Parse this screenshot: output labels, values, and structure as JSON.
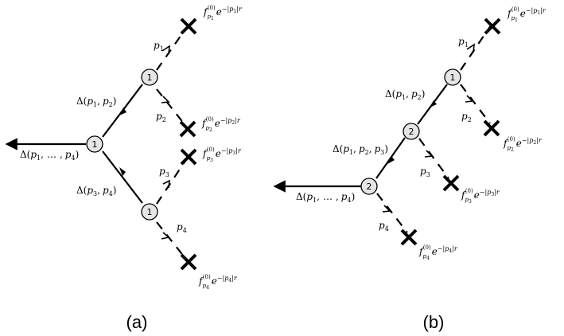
{
  "panels": [
    {
      "id": "a",
      "caption": "(a)",
      "nodes": [
        "1",
        "1",
        "1"
      ],
      "edge_labels": [
        "Δ(p1, p2)",
        "Δ(p3, p4)",
        "Δ(p1, …, p4)"
      ],
      "momenta": [
        "p1",
        "p2",
        "p3",
        "p4"
      ],
      "sources": [
        "f_p1^(0) e^{-|p1| r}",
        "f_p2^(0) e^{-|p2| r}",
        "f_p3^(0) e^{-|p3| r}",
        "f_p4^(0) e^{-|p4| r}"
      ]
    },
    {
      "id": "b",
      "caption": "(b)",
      "nodes": [
        "1",
        "2",
        "2"
      ],
      "edge_labels": [
        "Δ(p1, p2)",
        "Δ(p1, p2, p3)",
        "Δ(p1, …, p4)"
      ],
      "momenta": [
        "p1",
        "p2",
        "p3",
        "p4"
      ],
      "sources": [
        "f_p1^(0) e^{-|p1| r}",
        "f_p2^(0) e^{-|p2| r}",
        "f_p3^(0) e^{-|p3| r}",
        "f_p4^(0) e^{-|p4| r}"
      ]
    }
  ],
  "text": {
    "a_node_top": "1",
    "a_node_mid": "1",
    "a_node_bot": "1",
    "b_node_top": "1",
    "b_node_mid": "2",
    "b_node_bot": "2",
    "delta_prefix": "Δ",
    "lp": "(",
    "rp": ")",
    "comma": ",",
    "ellipsis": "…",
    "p": "p",
    "f": "f",
    "sup0": "(0)",
    "e": "e",
    "minus": "−",
    "bar": "|",
    "r": "r",
    "s1": "1",
    "s2": "2",
    "s3": "3",
    "s4": "4",
    "caption_a": "(a)",
    "caption_b": "(b)"
  }
}
